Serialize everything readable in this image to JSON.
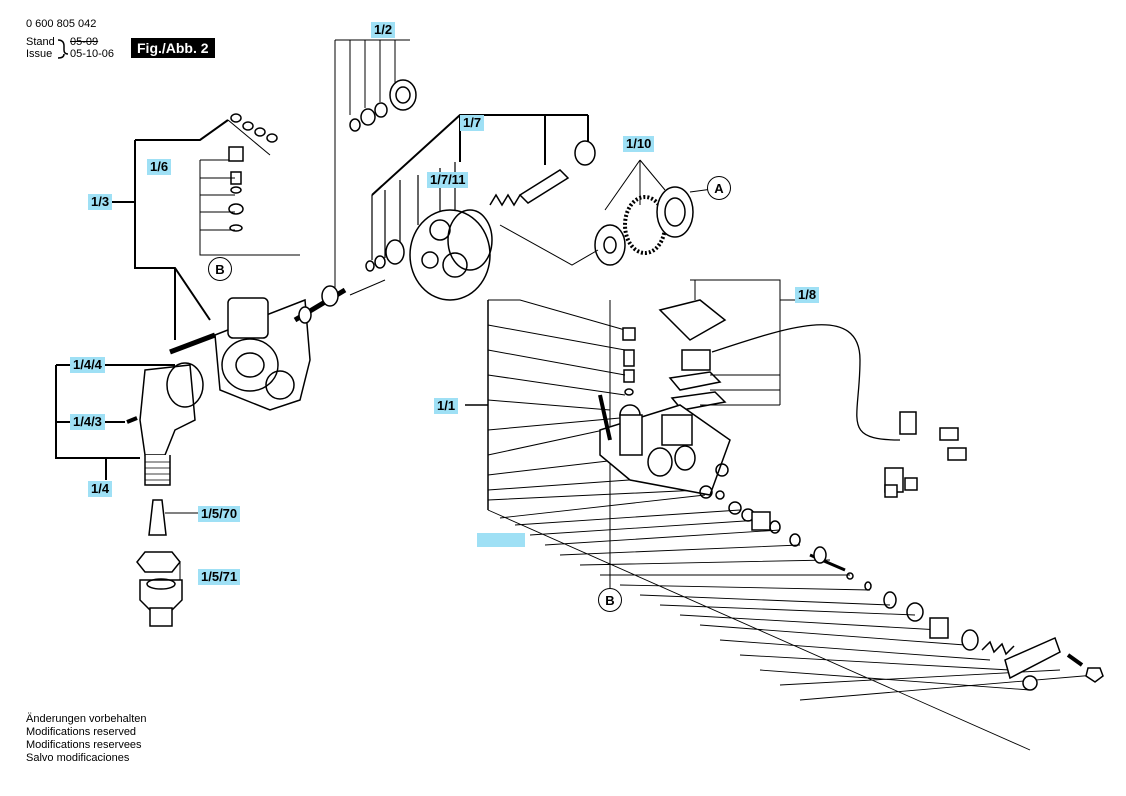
{
  "header": {
    "number": "0 600 805 042",
    "stand_label": "Stand",
    "issue_label": "Issue",
    "old_date": "05-09",
    "new_date": "05-10-06",
    "figure": "Fig./Abb. 2"
  },
  "labels": {
    "l1_2": "1/2",
    "l1_7": "1/7",
    "l1_7_11": "1/7/11",
    "l1_10": "1/10",
    "l1_6": "1/6",
    "l1_3": "1/3",
    "l1_8": "1/8",
    "l1_1": "1/1",
    "l1_4_4": "1/4/4",
    "l1_4_3": "1/4/3",
    "l1_4": "1/4",
    "l1_5_70": "1/5/70",
    "l1_5_71": "1/5/71",
    "marker_a": "A",
    "marker_b_top": "B",
    "marker_b_bottom": "B"
  },
  "footer": {
    "line1": "Änderungen vorbehalten",
    "line2": "Modifications reserved",
    "line3": "Modifications reservees",
    "line4": "Salvo modificaciones"
  }
}
